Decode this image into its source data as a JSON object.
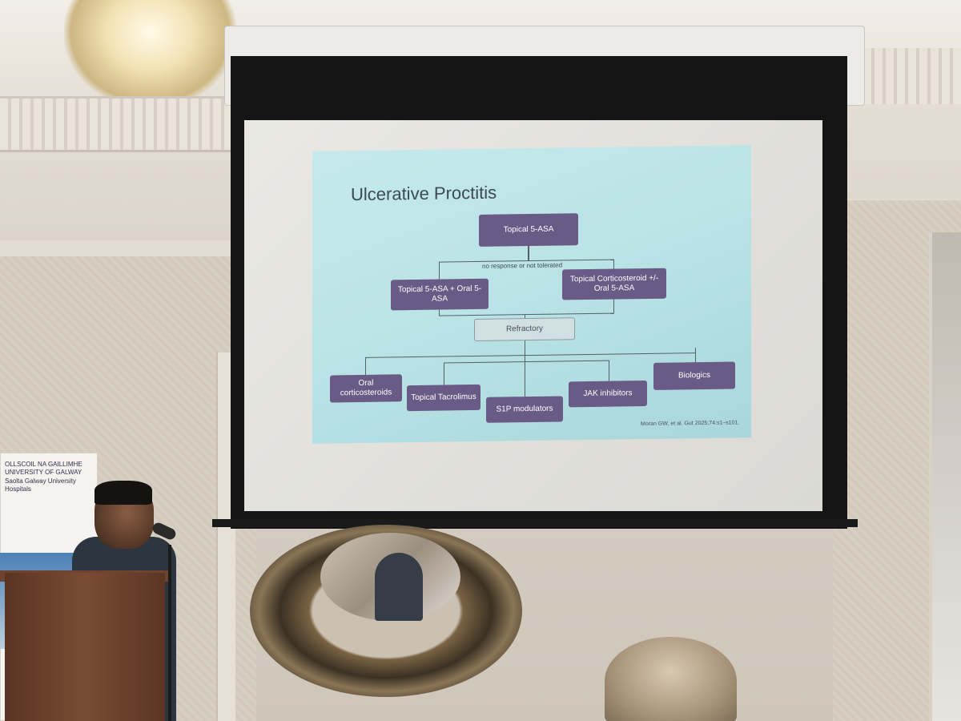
{
  "slide": {
    "title": "Ulcerative Proctitis",
    "nodes": {
      "topical": "Topical 5-ASA",
      "edge_label": "no response or not tolerated",
      "combo_left": "Topical 5-ASA + Oral 5-ASA",
      "combo_right": "Topical Corticosteroid +/- Oral 5-ASA",
      "refractory": "Refractory",
      "oral_corticosteroids": "Oral corticosteroids",
      "topical_tacrolimus": "Topical Tacrolimus",
      "s1p": "S1P modulators",
      "jak": "JAK inhibitors",
      "biologics": "Biologics"
    },
    "citation": "Moran GW, et al. Gut 2025;74:s1–s101."
  },
  "banner": {
    "text": "OLLSCOIL NA GAILLIMHE UNIVERSITY OF GALWAY Saolta Galway University Hospitals"
  }
}
